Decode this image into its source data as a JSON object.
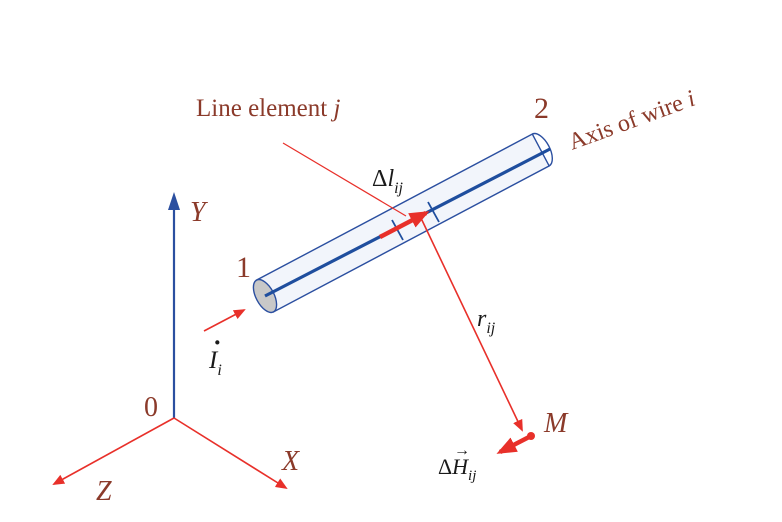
{
  "labels": {
    "line_element": "Line element",
    "line_element_index": "j",
    "axis_of_wire": "Axis of wire",
    "axis_of_wire_index": "i",
    "end_1": "1",
    "end_2": "2",
    "origin": "0",
    "axis_x": "X",
    "axis_y": "Y",
    "axis_z": "Z",
    "point_m": "M",
    "delta_l_prefix": "Δ",
    "delta_l_symbol": "l",
    "delta_l_sub": "ij",
    "r_symbol": "r",
    "r_sub": "ij",
    "current_symbol": "I",
    "current_dot": "·",
    "current_sub": "i",
    "delta_h_prefix": "Δ",
    "delta_h_symbol": "H",
    "delta_h_arrow": "→",
    "delta_h_sub": "ij"
  },
  "colors": {
    "label_brown": "#8B3A2A",
    "arrow_red": "#E8302A",
    "axis_blue": "#2B4FA0",
    "wire_blue": "#1F4E9E",
    "wire_outline": "#2B4FA0",
    "wire_fill": "#F2F5FB",
    "end_cap_fill": "#C8C8C8",
    "math_black": "#1a1a1a"
  }
}
